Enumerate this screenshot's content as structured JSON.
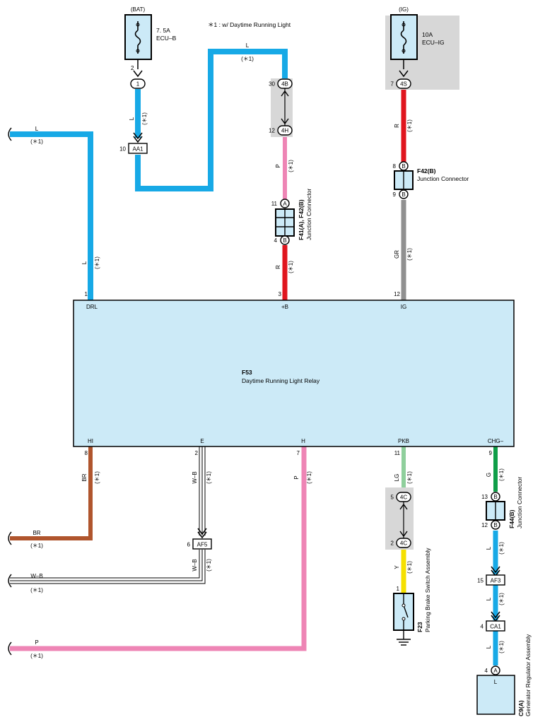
{
  "note": "＊1 : w/ Daytime Running Light",
  "star": "(＊1)",
  "colors": {
    "L": "#17a9e6",
    "R": "#e0151e",
    "P": "#ee85b5",
    "GR": "#909090",
    "BR": "#b0552d",
    "LG": "#8fcf9c",
    "Y": "#f5e000",
    "G": "#0f9e48",
    "relay_fill": "#cceaf7",
    "junction_shade": "#d7d7d7",
    "fuse_fill": "#cceaf7"
  },
  "relay": {
    "code": "F53",
    "name": "Daytime Running Light Relay",
    "top_pins": [
      {
        "num": "1",
        "name": "DRL"
      },
      {
        "num": "3",
        "name": "+B"
      },
      {
        "num": "12",
        "name": "IG"
      }
    ],
    "bottom_pins": [
      {
        "num": "8",
        "name": "HI"
      },
      {
        "num": "2",
        "name": "E"
      },
      {
        "num": "7",
        "name": "H"
      },
      {
        "num": "11",
        "name": "PKB"
      },
      {
        "num": "9",
        "name": "CHG–"
      }
    ]
  },
  "fuse_bat": {
    "source": "(BAT)",
    "rating": "7. 5A",
    "name": "ECU–B",
    "pin": "2",
    "conn": "1"
  },
  "fuse_ig": {
    "source": "(IG)",
    "rating": "10A",
    "name": "ECU–IG",
    "pin": "7",
    "conn": "4S"
  },
  "connectors": {
    "aa1": {
      "num": "10",
      "code": "AA1"
    },
    "af5": {
      "num": "6",
      "code": "AF5"
    },
    "af3": {
      "num": "15",
      "code": "AF3"
    },
    "ca1": {
      "num": "4",
      "code": "CA1"
    },
    "j4b": {
      "num": "30",
      "code": "4B"
    },
    "j4h": {
      "num": "12",
      "code": "4H"
    },
    "j4c_top": {
      "num": "5",
      "code": "4C"
    },
    "j4c_bot": {
      "num": "2",
      "code": "4C"
    }
  },
  "junctions": {
    "f41": {
      "code": "F41(A), F42(B)",
      "name": "Junction Connector",
      "pin_top": "11",
      "top": "A",
      "pin_bottom": "4",
      "bottom": "B"
    },
    "f42": {
      "code": "F42(B)",
      "name": "Junction Connector",
      "pin_top": "8",
      "top": "B",
      "pin_bottom": "9",
      "bottom": "B"
    },
    "f44": {
      "code": "F44(B)",
      "name": "Junction Connector",
      "pin_top": "13",
      "top": "B",
      "pin_bottom": "12",
      "bottom": "B"
    }
  },
  "switch": {
    "code": "F23",
    "name": "Parking Brake Switch Assembly",
    "pin": "1"
  },
  "generator": {
    "code": "C9(A)",
    "name": "Generator Regulator Assembly",
    "pin": "4",
    "conn": "A",
    "terminal": "L"
  },
  "wire_labels": {
    "drl": "L",
    "bat": "L",
    "top": "L",
    "p_upper": "P",
    "r_lower": "R",
    "ig_r": "R",
    "ig_gr": "GR",
    "hi": "BR",
    "e": "W–B",
    "e2": "W–B",
    "h": "P",
    "lg": "LG",
    "y": "Y",
    "g": "G",
    "l1": "L",
    "l2": "L",
    "l3": "L"
  },
  "offpage": {
    "l": "L",
    "br": "BR",
    "wb": "W–B",
    "p": "P"
  }
}
